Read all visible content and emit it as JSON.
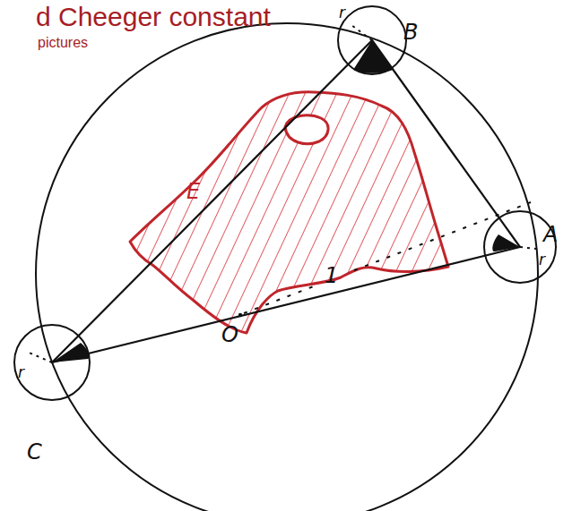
{
  "diagram": {
    "title": "d Cheeger constant",
    "labels": [
      "pictures",
      "B",
      "r",
      "r",
      "A",
      "E",
      "O",
      "1",
      "C",
      "r"
    ]
  }
}
